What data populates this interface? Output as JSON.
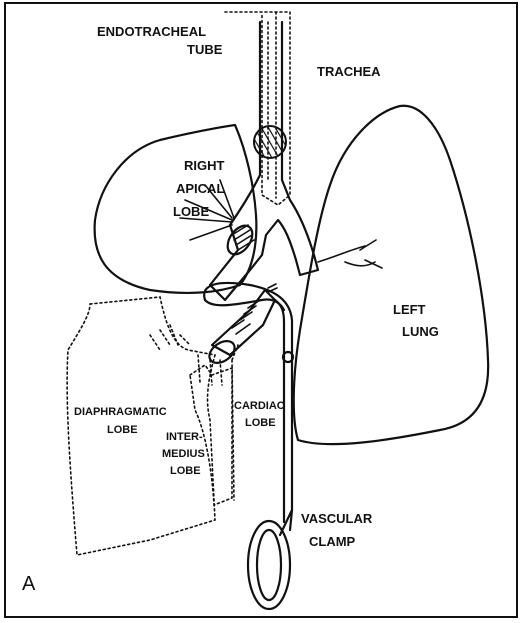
{
  "labels": {
    "endotracheal_1": "ENDOTRACHEAL",
    "endotracheal_2": "TUBE",
    "trachea": "TRACHEA",
    "right_apical_1": "RIGHT",
    "right_apical_2": "APICAL",
    "right_apical_3": "LOBE",
    "left_lung_1": "LEFT",
    "left_lung_2": "LUNG",
    "diaphragmatic_1": "DIAPHRAGMATIC",
    "diaphragmatic_2": "LOBE",
    "intermedius_1": "INTER-",
    "intermedius_2": "MEDIUS",
    "intermedius_3": "LOBE",
    "cardiac_1": "CARDIAC",
    "cardiac_2": "LOBE",
    "clamp_1": "VASCULAR",
    "clamp_2": "CLAMP",
    "panel": "A"
  }
}
